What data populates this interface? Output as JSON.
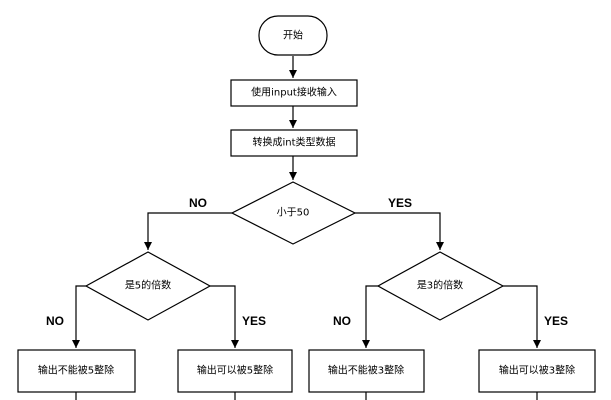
{
  "nodes": {
    "start": "开始",
    "read_input": "使用input接收输入",
    "convert_int": "转换成int类型数据",
    "less_than_50": "小于50",
    "multiple_of_5": "是5的倍数",
    "multiple_of_3": "是3的倍数",
    "not_div_5": "输出不能被5整除",
    "div_5": "输出可以被5整除",
    "not_div_3": "输出不能被3整除",
    "div_3": "输出可以被3整除"
  },
  "labels": {
    "no": "NO",
    "yes": "YES"
  },
  "colors": {
    "stroke": "#000000",
    "fill": "#ffffff",
    "text": "#000000"
  }
}
